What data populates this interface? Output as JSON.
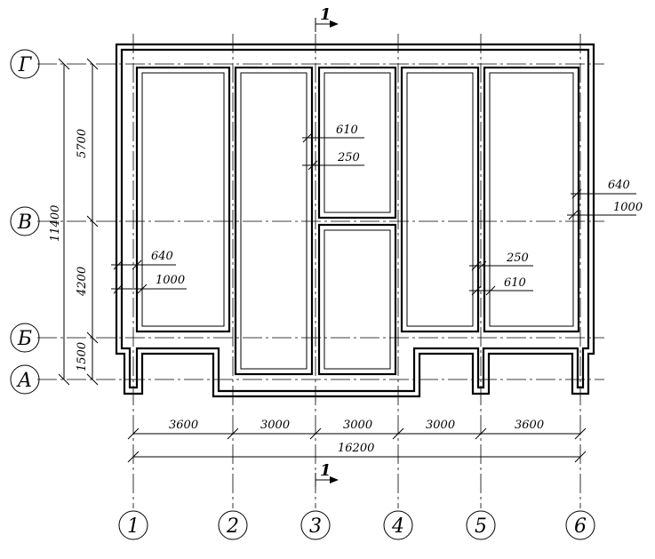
{
  "section_mark": {
    "label": "1"
  },
  "axes": {
    "vertical": [
      {
        "id": "axis-1",
        "label": "1"
      },
      {
        "id": "axis-2",
        "label": "2"
      },
      {
        "id": "axis-3",
        "label": "3"
      },
      {
        "id": "axis-4",
        "label": "4"
      },
      {
        "id": "axis-5",
        "label": "5"
      },
      {
        "id": "axis-6",
        "label": "6"
      }
    ],
    "horizontal": [
      {
        "id": "axis-g",
        "label": "Г"
      },
      {
        "id": "axis-v",
        "label": "В"
      },
      {
        "id": "axis-b",
        "label": "Б"
      },
      {
        "id": "axis-a",
        "label": "А"
      }
    ]
  },
  "dimensions": {
    "horizontal_segments": [
      "3600",
      "3000",
      "3000",
      "3000",
      "3600"
    ],
    "horizontal_total": "16200",
    "vertical_segments": [
      "5700",
      "4200",
      "1500"
    ],
    "vertical_total": "11400"
  },
  "leaders": {
    "center_top": "610",
    "center_bottom": "250",
    "right_top": "640",
    "right_bottom": "1000",
    "left_top": "640",
    "left_bottom": "1000",
    "right_lower_top": "250",
    "right_lower_bottom": "610"
  }
}
